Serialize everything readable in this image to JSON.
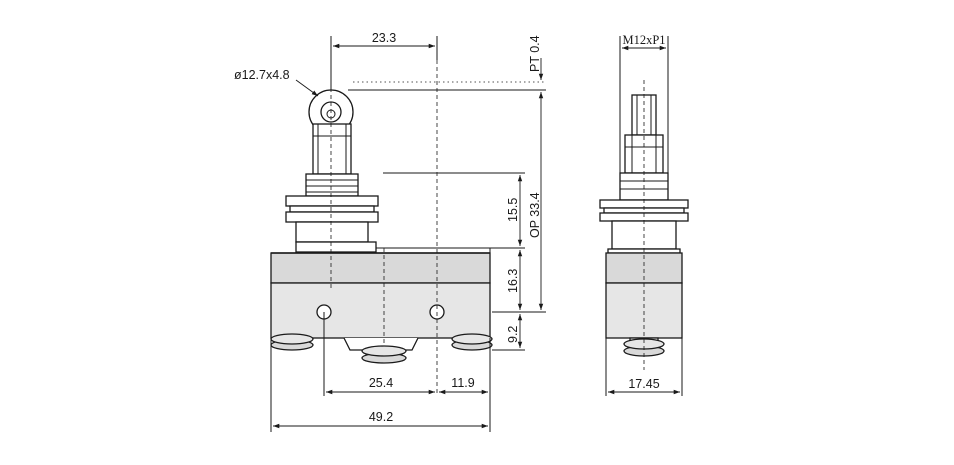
{
  "dimensions": {
    "d_23_3": "23.3",
    "roller": "ø12.7x4.8",
    "pt": "PT 0.4",
    "op": "OP  33.4",
    "d_15_5": "15.5",
    "d_16_3": "16.3",
    "d_9_2": "9.2",
    "d_25_4": "25.4",
    "d_11_9": "11.9",
    "d_49_2": "49.2",
    "thread": "M12xP1",
    "d_17_45": "17.45"
  }
}
